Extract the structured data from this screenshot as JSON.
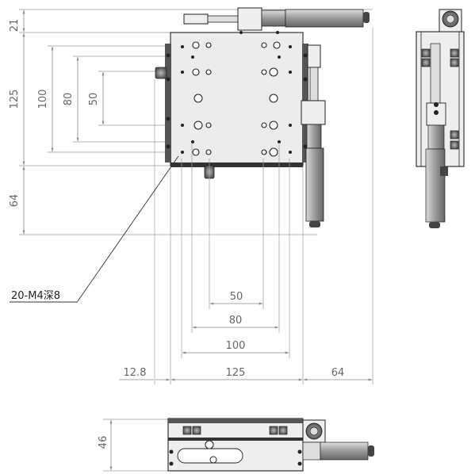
{
  "dimensions": {
    "left_21": "21",
    "left_125": "125",
    "left_100": "100",
    "left_80": "80",
    "left_50": "50",
    "left_64": "64",
    "bottom_50": "50",
    "bottom_80": "80",
    "bottom_100": "100",
    "bottom_12_8": "12.8",
    "bottom_125": "125",
    "bottom_64": "64",
    "front_46": "46"
  },
  "callout": {
    "label": "20-M4深8"
  }
}
